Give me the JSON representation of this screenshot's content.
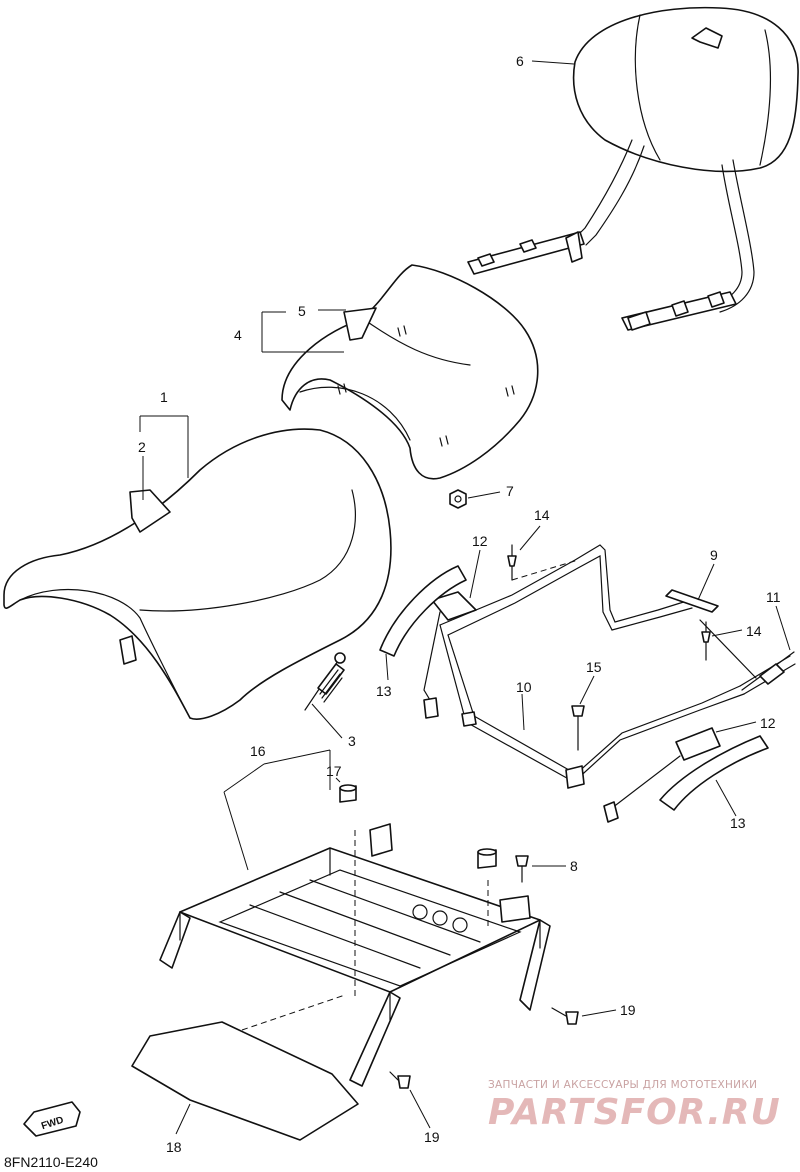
{
  "callouts": [
    {
      "id": "1",
      "label": "1"
    },
    {
      "id": "2",
      "label": "2"
    },
    {
      "id": "3",
      "label": "3"
    },
    {
      "id": "4",
      "label": "4"
    },
    {
      "id": "5",
      "label": "5"
    },
    {
      "id": "6",
      "label": "6"
    },
    {
      "id": "7",
      "label": "7"
    },
    {
      "id": "8",
      "label": "8"
    },
    {
      "id": "9",
      "label": "9"
    },
    {
      "id": "10",
      "label": "10"
    },
    {
      "id": "11",
      "label": "11"
    },
    {
      "id": "12a",
      "label": "12"
    },
    {
      "id": "12b",
      "label": "12"
    },
    {
      "id": "13a",
      "label": "13"
    },
    {
      "id": "13b",
      "label": "13"
    },
    {
      "id": "14a",
      "label": "14"
    },
    {
      "id": "14b",
      "label": "14"
    },
    {
      "id": "15",
      "label": "15"
    },
    {
      "id": "16",
      "label": "16"
    },
    {
      "id": "17",
      "label": "17"
    },
    {
      "id": "18",
      "label": "18"
    },
    {
      "id": "19a",
      "label": "19"
    },
    {
      "id": "19b",
      "label": "19"
    }
  ],
  "diagram_code": "8FN2110-E240",
  "fwd_label": "FWD",
  "watermark": {
    "tagline": "ЗАПЧАСТИ И АКСЕССУАРЫ ДЛЯ МОТОТЕХНИКИ",
    "logo": "PARTSFOR.RU"
  }
}
